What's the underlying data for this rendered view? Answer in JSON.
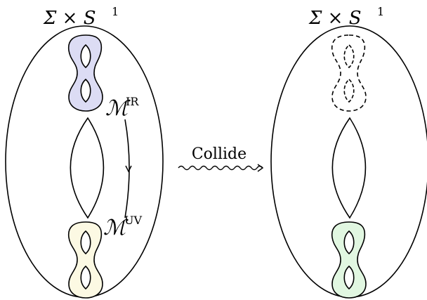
{
  "left_panel": {
    "space_label": "Σ × S",
    "space_exponent": "1",
    "top_defect_color": "#dcdcf4",
    "bottom_defect_color": "#fcf9e3",
    "ir_label": "ℳ",
    "ir_superscript": "IR",
    "uv_label": "ℳ",
    "uv_superscript": "UV"
  },
  "arrow": {
    "label": "Collide"
  },
  "right_panel": {
    "space_label": "Σ × S",
    "space_exponent": "1",
    "defect_color": "#e1f7e1"
  }
}
